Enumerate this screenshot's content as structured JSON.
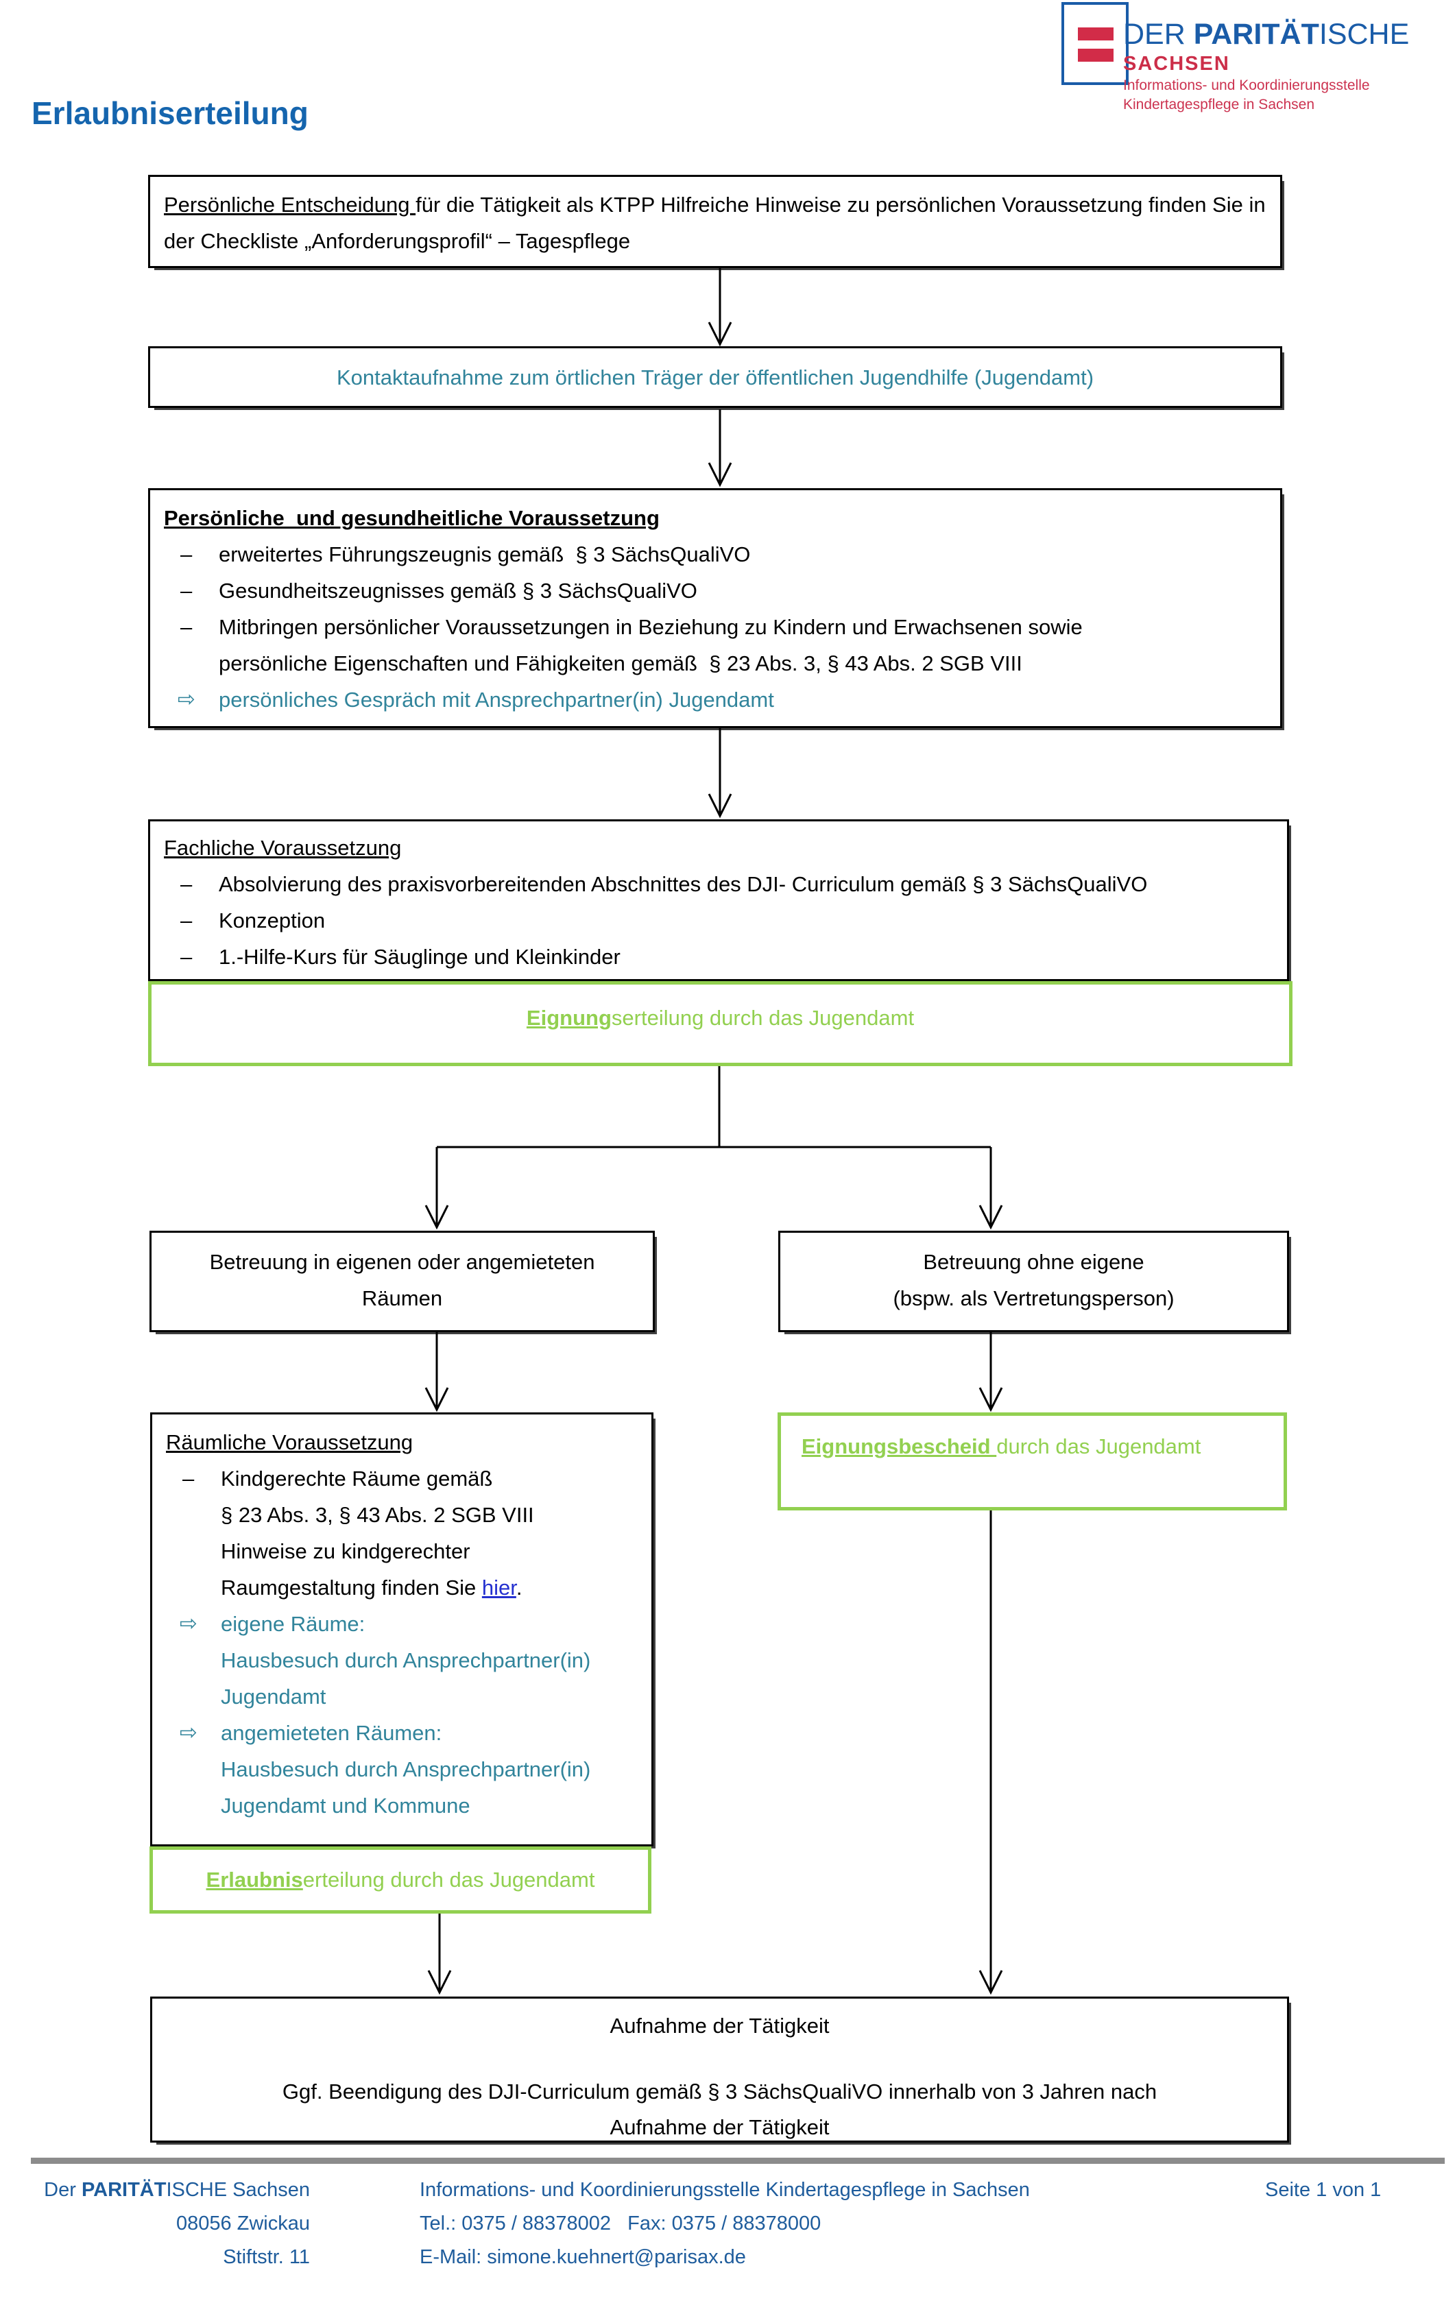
{
  "logo": {
    "name_prefix": "DER ",
    "name_bold": "PARITÄT",
    "name_suffix": "ISCHE",
    "region": "SACHSEN",
    "sub1": "Informations- und Koordinierungsstelle",
    "sub2": "Kindertagespflege in Sachsen"
  },
  "title": "Erlaubniserteilung",
  "glyphs": {
    "dash": "–",
    "arrow": "⇨"
  },
  "colors": {
    "teal": "#31849B",
    "green": "#92D050",
    "title_blue": "#1565AE",
    "footer_blue": "#1E5C9C",
    "logo_blue": "#1A5CA8",
    "logo_red": "#D22C48",
    "link_blue": "#2430CF"
  },
  "box1": {
    "underlined": "Persönliche Entscheidung ",
    "rest": "für die Tätigkeit als KTPP Hilfreiche Hinweise zu persönlichen Voraussetzung finden Sie in der Checkliste „Anforderungsprofil“ – Tagespflege"
  },
  "box2": {
    "text": "Kontaktaufnahme zum örtlichen Träger der öffentlichen Jugendhilfe (Jugendamt)"
  },
  "box3": {
    "title": "Persönliche  und gesundheitliche Voraussetzung",
    "item1": "erweitertes Führungszeugnis gemäß  § 3 SächsQualiVO",
    "item2": "Gesundheitszeugnisses gemäß § 3 SächsQualiVO",
    "item3_line1": "Mitbringen persönlicher Voraussetzungen in Beziehung zu Kindern und Erwachsenen sowie",
    "item3_line2": "persönliche Eigenschaften und Fähigkeiten gemäß  § 23 Abs. 3, § 43 Abs. 2 SGB VIII",
    "action": "persönliches Gespräch mit Ansprechpartner(in) Jugendamt"
  },
  "box4": {
    "title": "Fachliche Voraussetzung",
    "item1": "Absolvierung des praxisvorbereitenden Abschnittes des DJI- Curriculum gemäß § 3 SächsQualiVO",
    "item2": "Konzeption",
    "item3": "1.-Hilfe-Kurs für Säuglinge und Kleinkinder"
  },
  "eignung_box": {
    "bold": "Eignung",
    "rest": "serteilung durch das Jugendamt"
  },
  "branch_left": {
    "line1": "Betreuung in eigenen oder angemieteten",
    "line2": "Räumen"
  },
  "branch_right": {
    "line1": "Betreuung ohne eigene",
    "line2": "(bspw. als Vertretungsperson)"
  },
  "raum_box": {
    "title": "Räumliche Voraussetzung",
    "bullet_line1": "Kindgerechte Räume gemäß",
    "bullet_line2": "§ 23 Abs. 3, § 43 Abs. 2 SGB VIII",
    "bullet_line3": "Hinweise zu kindgerechter",
    "bullet_line4_pre": "Raumgestaltung finden Sie ",
    "link": "hier",
    "bullet_line4_post": ".",
    "item1_label": "eigene Räume:",
    "item1_line1": "Hausbesuch durch Ansprechpartner(in)",
    "item1_line2": "Jugendamt",
    "item2_label": "angemieteten Räumen:",
    "item2_line1": "Hausbesuch durch Ansprechpartner(in)",
    "item2_line2": "Jugendamt und Kommune"
  },
  "erlaubnis_box": {
    "bold": "Erlaubnis",
    "rest": "erteilung durch das Jugendamt"
  },
  "bescheid_box": {
    "bold": "Eignungsbescheid ",
    "rest": "durch das Jugendamt"
  },
  "final_box": {
    "line1": "Aufnahme der Tätigkeit",
    "line2": "Ggf. Beendigung des DJI-Curriculum gemäß § 3 SächsQualiVO innerhalb von 3 Jahren nach",
    "line3": "Aufnahme der Tätigkeit"
  },
  "footer": {
    "org_pre": "Der ",
    "org_bold": "PARITÄT",
    "org_post": "ISCHE Sachsen",
    "addr1": "08056 Zwickau",
    "addr2": "Stiftstr. 11",
    "info": "Informations- und Koordinierungsstelle Kindertagespflege in Sachsen",
    "tel": "Tel.: 0375 / 88378002   Fax: 0375 / 88378000",
    "email": "E-Mail: simone.kuehnert@parisax.de",
    "page": "Seite 1 von 1"
  }
}
